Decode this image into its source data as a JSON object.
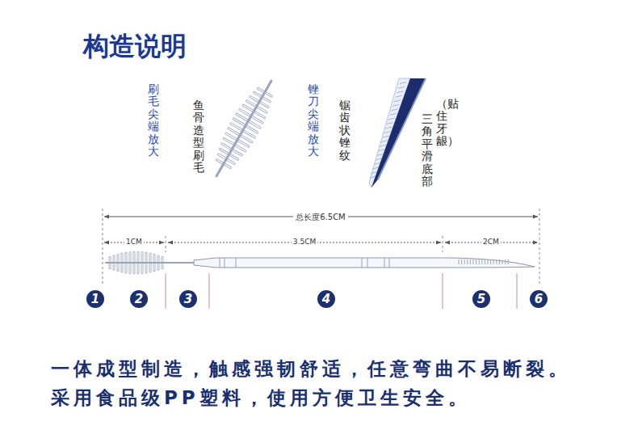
{
  "diagram": {
    "title": "构造说明",
    "nodes": [
      {
        "text": [
          "刷毛尖端放大",
          "鱼骨造型刷毛"
        ]
      },
      {
        "text": [
          "锉刀尖端放大",
          "锯齿状锉纹",
          "三角平滑底部",
          "（贴住牙龈）"
        ]
      },
      {
        "text": [
          "1"
        ]
      },
      {
        "text": [
          "2"
        ]
      },
      {
        "text": [
          "3"
        ]
      },
      {
        "text": [
          "4"
        ]
      },
      {
        "text": [
          "5"
        ]
      },
      {
        "text": [
          "6"
        ]
      }
    ],
    "edges": [],
    "labels": [
      "总长度6.5CM",
      "1CM",
      "3.5CM",
      "2CM",
      "一体成型制造，触感强韧舒适，任意弯曲不易断裂。",
      "采用食品级PP塑料，使用方便卫生安全。"
    ]
  }
}
